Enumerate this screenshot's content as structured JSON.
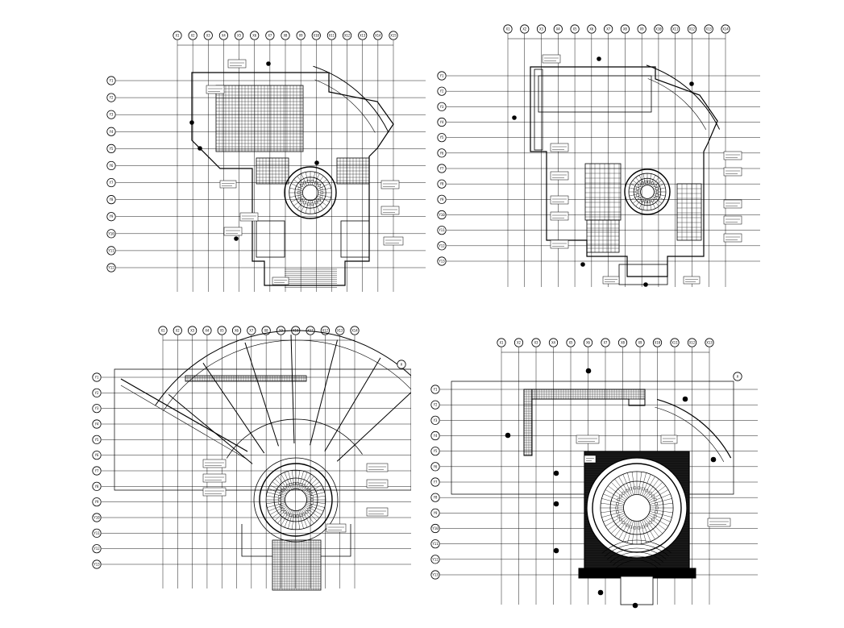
{
  "sheet": {
    "background": "#ffffff",
    "ink": "#000000"
  },
  "plans": [
    {
      "id": "plan-top-left",
      "columns": [
        "X1",
        "X2",
        "X3",
        "X4",
        "X5",
        "X6",
        "X7",
        "X8",
        "X9",
        "X10",
        "X11",
        "X12",
        "X13",
        "X14",
        "X15"
      ],
      "rows": [
        "Y1",
        "Y2",
        "Y3",
        "Y4",
        "Y5",
        "Y6",
        "Y7",
        "Y8",
        "Y9",
        "Y10",
        "Y11",
        "Y12"
      ],
      "has_rotunda": true,
      "has_fan_canopy": false,
      "density": "medium"
    },
    {
      "id": "plan-top-right",
      "columns": [
        "X1",
        "X2",
        "X3",
        "X4",
        "X5",
        "X6",
        "X7",
        "X8",
        "X9",
        "X10",
        "X11",
        "X12",
        "X13",
        "X14"
      ],
      "rows": [
        "Y1",
        "Y2",
        "Y3",
        "Y4",
        "Y5",
        "Y6",
        "Y7",
        "Y8",
        "Y9",
        "Y10",
        "Y11",
        "Y12",
        "Y13"
      ],
      "has_rotunda": true,
      "has_fan_canopy": false,
      "density": "medium"
    },
    {
      "id": "plan-bottom-left",
      "columns": [
        "X1",
        "X2",
        "X3",
        "X4",
        "X5",
        "X6",
        "X7",
        "X8",
        "X9",
        "X10",
        "X11",
        "X12",
        "X13",
        "X14"
      ],
      "rows": [
        "Y1",
        "Y2",
        "Y3",
        "Y4",
        "Y5",
        "Y6",
        "Y7",
        "Y8",
        "Y9",
        "Y10",
        "Y11",
        "Y12",
        "Y13"
      ],
      "has_rotunda": true,
      "has_fan_canopy": true,
      "density": "light"
    },
    {
      "id": "plan-bottom-right",
      "columns": [
        "X1",
        "X2",
        "X3",
        "X4",
        "X5",
        "X6",
        "X7",
        "X8",
        "X9",
        "X10",
        "X11",
        "X12",
        "X13"
      ],
      "rows": [
        "Y1",
        "Y2",
        "Y3",
        "Y4",
        "Y5",
        "Y6",
        "Y7",
        "Y8",
        "Y9",
        "Y10",
        "Y11",
        "Y12",
        "Y13"
      ],
      "has_rotunda": true,
      "has_fan_canopy": false,
      "density": "dense"
    }
  ]
}
